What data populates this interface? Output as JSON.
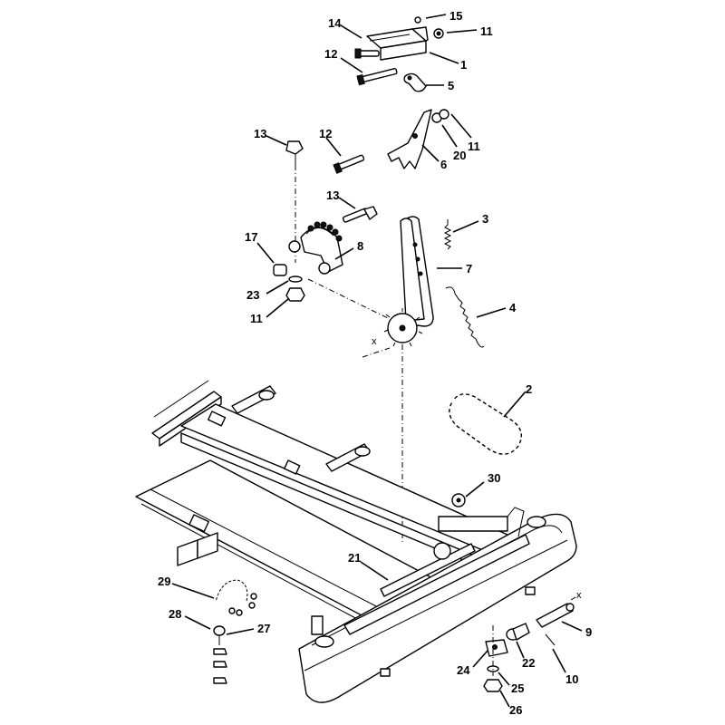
{
  "diagram": {
    "callouts": [
      {
        "id": "c14a",
        "text": "14"
      },
      {
        "id": "c15",
        "text": "15"
      },
      {
        "id": "c11a",
        "text": "11"
      },
      {
        "id": "c12a",
        "text": "12"
      },
      {
        "id": "c1",
        "text": "1"
      },
      {
        "id": "c5",
        "text": "5"
      },
      {
        "id": "c13a",
        "text": "13"
      },
      {
        "id": "c12b",
        "text": "12"
      },
      {
        "id": "c20",
        "text": "20"
      },
      {
        "id": "c11b",
        "text": "11"
      },
      {
        "id": "c6",
        "text": "6"
      },
      {
        "id": "c13b",
        "text": "13"
      },
      {
        "id": "c3",
        "text": "3"
      },
      {
        "id": "c17",
        "text": "17"
      },
      {
        "id": "c8",
        "text": "8"
      },
      {
        "id": "c7",
        "text": "7"
      },
      {
        "id": "c23",
        "text": "23"
      },
      {
        "id": "c11c",
        "text": "11"
      },
      {
        "id": "c4",
        "text": "4"
      },
      {
        "id": "c2",
        "text": "2"
      },
      {
        "id": "c30",
        "text": "30"
      },
      {
        "id": "c21",
        "text": "21"
      },
      {
        "id": "c29",
        "text": "29"
      },
      {
        "id": "c28",
        "text": "28"
      },
      {
        "id": "c27",
        "text": "27"
      },
      {
        "id": "c9",
        "text": "9"
      },
      {
        "id": "c22",
        "text": "22"
      },
      {
        "id": "c24",
        "text": "24"
      },
      {
        "id": "c25",
        "text": "25"
      },
      {
        "id": "c10",
        "text": "10"
      },
      {
        "id": "c26",
        "text": "26"
      }
    ],
    "reference_marks": [
      {
        "id": "x1",
        "text": "x"
      },
      {
        "id": "x2",
        "text": "x"
      }
    ],
    "colors": {
      "ink": "#000000",
      "paper": "#ffffff"
    }
  }
}
